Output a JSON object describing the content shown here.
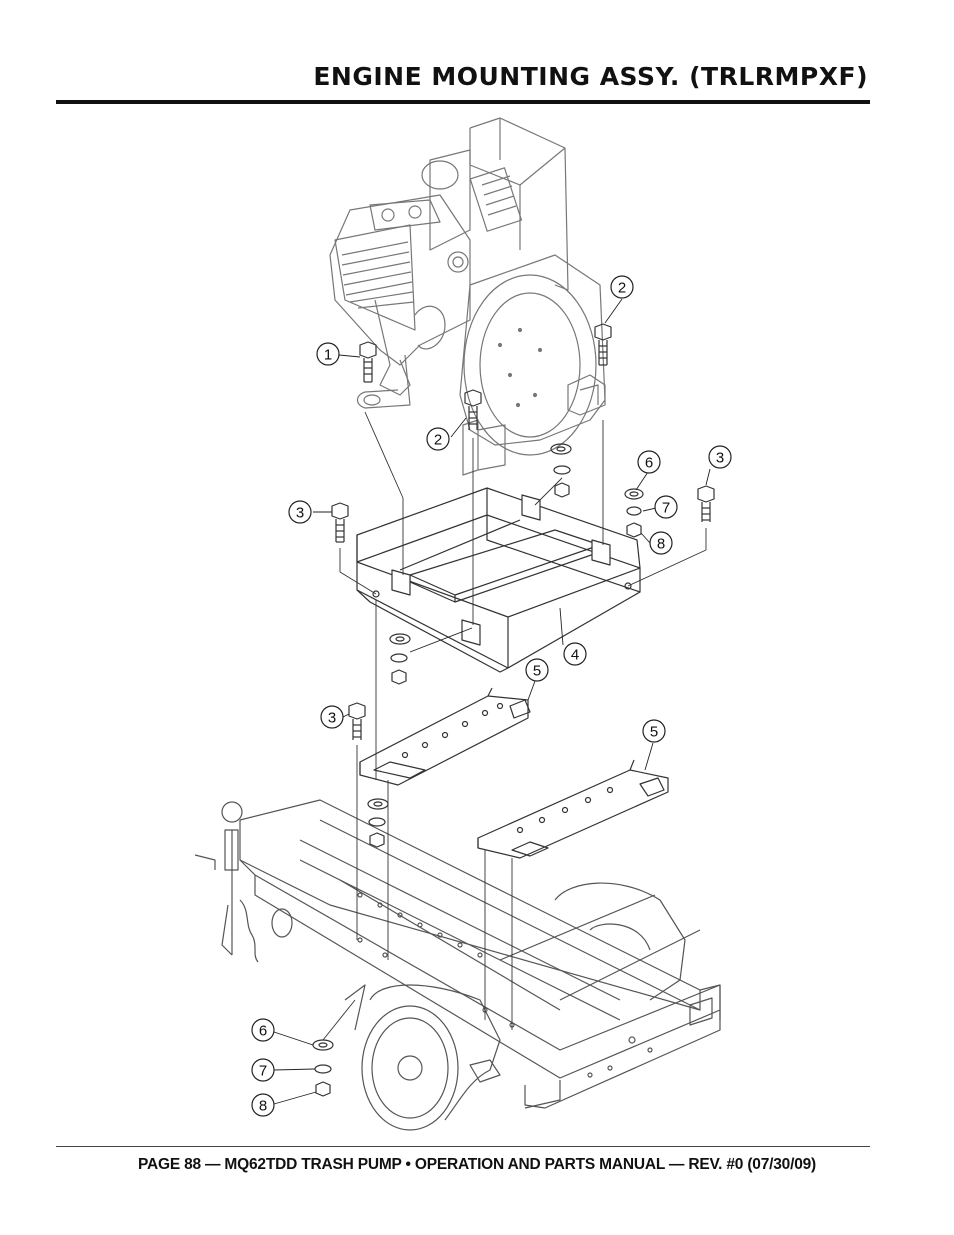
{
  "header": {
    "title": "ENGINE MOUNTING ASSY. (TRLRMPXF)"
  },
  "diagram": {
    "callouts": [
      {
        "id": "c1",
        "label": "1"
      },
      {
        "id": "c2a",
        "label": "2"
      },
      {
        "id": "c2b",
        "label": "2"
      },
      {
        "id": "c3a",
        "label": "3"
      },
      {
        "id": "c3b",
        "label": "3"
      },
      {
        "id": "c3c",
        "label": "3"
      },
      {
        "id": "c4",
        "label": "4"
      },
      {
        "id": "c5a",
        "label": "5"
      },
      {
        "id": "c5b",
        "label": "5"
      },
      {
        "id": "c6a",
        "label": "6"
      },
      {
        "id": "c7a",
        "label": "7"
      },
      {
        "id": "c8a",
        "label": "8"
      },
      {
        "id": "c6b",
        "label": "6"
      },
      {
        "id": "c7b",
        "label": "7"
      },
      {
        "id": "c8b",
        "label": "8"
      }
    ]
  },
  "footer": {
    "text": "PAGE 88 — MQ62TDD TRASH PUMP • OPERATION AND PARTS MANUAL — REV. #0 (07/30/09)"
  }
}
